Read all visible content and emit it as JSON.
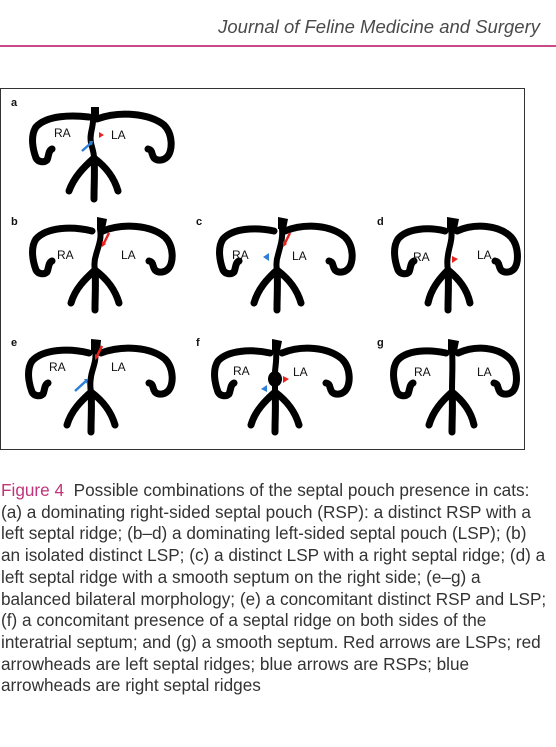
{
  "header": {
    "journal_title": "Journal of Feline Medicine and Surgery"
  },
  "figure": {
    "panels": [
      {
        "letter": "a",
        "left_label": "RA",
        "right_label": "LA"
      },
      {
        "letter": "b",
        "left_label": "RA",
        "right_label": "LA"
      },
      {
        "letter": "c",
        "left_label": "RA",
        "right_label": "LA"
      },
      {
        "letter": "d",
        "left_label": "RA",
        "right_label": "LA"
      },
      {
        "letter": "e",
        "left_label": "RA",
        "right_label": "LA"
      },
      {
        "letter": "f",
        "left_label": "RA",
        "right_label": "LA"
      },
      {
        "letter": "g",
        "left_label": "RA",
        "right_label": "LA"
      }
    ],
    "colors": {
      "outline": "#000000",
      "red_marker": "#e8231f",
      "blue_marker": "#2f7fd6"
    }
  },
  "caption": {
    "label": "Figure 4",
    "text": "Possible combinations of the septal pouch presence in cats: (a) a dominating right-sided septal pouch (RSP): a distinct RSP with a left septal ridge; (b–d) a dominating left-sided septal pouch (LSP); (b) an isolated distinct LSP; (c) a distinct LSP with a right septal ridge; (d) a left septal ridge with a smooth septum on the right side; (e–g) a balanced bilateral morphology; (e) a concomitant distinct RSP and LSP; (f) a concomitant presence of a septal ridge on both sides of the interatrial septum; and (g) a smooth septum. Red arrows are LSPs; red arrowheads are left septal ridges; blue arrows are RSPs; blue arrowheads are right septal ridges"
  }
}
